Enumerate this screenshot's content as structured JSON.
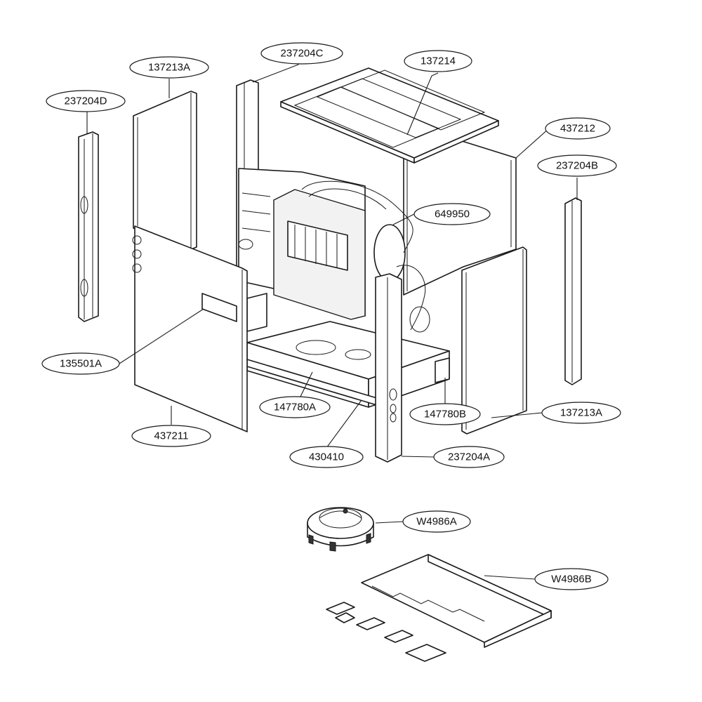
{
  "callouts": {
    "c_237204D": "237204D",
    "c_137213A_top": "137213A",
    "c_237204C": "237204C",
    "c_137214": "137214",
    "c_437212": "437212",
    "c_237204B": "237204B",
    "c_649950": "649950",
    "c_135501A": "135501A",
    "c_147780A": "147780A",
    "c_147780B": "147780B",
    "c_137213A_right": "137213A",
    "c_437211": "437211",
    "c_430410": "430410",
    "c_237204A": "237204A",
    "c_W4986A": "W4986A",
    "c_W4986B": "W4986B"
  }
}
